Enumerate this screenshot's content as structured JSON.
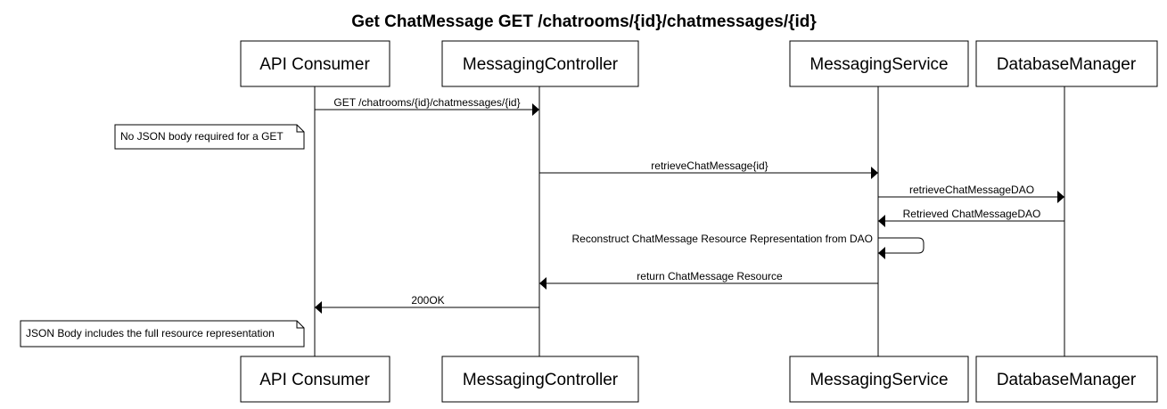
{
  "title": "Get ChatMessage GET /chatrooms/{id}/chatmessages/{id}",
  "participants": [
    {
      "id": "consumer",
      "label": "API Consumer"
    },
    {
      "id": "controller",
      "label": "MessagingController"
    },
    {
      "id": "service",
      "label": "MessagingService"
    },
    {
      "id": "db",
      "label": "DatabaseManager"
    }
  ],
  "messages": [
    {
      "from": "consumer",
      "to": "controller",
      "label": "GET /chatrooms/{id}/chatmessages/{id}"
    },
    {
      "from": "controller",
      "to": "service",
      "label": "retrieveChatMessage{id}"
    },
    {
      "from": "service",
      "to": "db",
      "label": "retrieveChatMessageDAO"
    },
    {
      "from": "db",
      "to": "service",
      "label": "Retrieved ChatMessageDAO"
    },
    {
      "from": "service",
      "to": "service",
      "label": "Reconstruct ChatMessage Resource Representation from DAO"
    },
    {
      "from": "service",
      "to": "controller",
      "label": "return ChatMessage Resource"
    },
    {
      "from": "controller",
      "to": "consumer",
      "label": "200OK"
    }
  ],
  "notes": [
    {
      "over": "consumer",
      "side": "left",
      "label": "No JSON body required for a GET"
    },
    {
      "over": "consumer",
      "side": "left",
      "label": "JSON Body includes the full resource representation"
    }
  ]
}
